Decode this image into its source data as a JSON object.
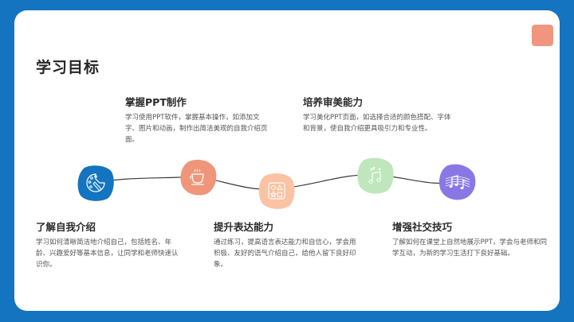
{
  "slide": {
    "title": "学习目标",
    "colors": {
      "frame": "#1474bf",
      "card": "#ffffff",
      "accent_box": "#f1967e",
      "node_1": "#1474bf",
      "node_2": "#ef9579",
      "node_3": "#fbc2a4",
      "node_4": "#bfe6bd",
      "node_5": "#8977e6"
    }
  },
  "objectives": [
    {
      "title": "了解自我介绍",
      "description": "学习如何清晰简洁地介绍自己，包括姓名、年龄、兴趣爱好等基本信息，让同学和老师快速认识你。",
      "icon": "palette-icon"
    },
    {
      "title": "掌握PPT制作",
      "description": "学习使用PPT软件，掌握基本操作，如添加文字、图片和动画，制作出简洁美观的自我介绍页面。",
      "icon": "coffee-cup-icon"
    },
    {
      "title": "提升表达能力",
      "description": "通过练习，提高语言表达能力和自信心，学会用积极、友好的语气介绍自己，给他人留下良好印象。",
      "icon": "shapes-board-icon"
    },
    {
      "title": "培养审美能力",
      "description": "学习美化PPT页面，如选择合适的颜色搭配、字体和背景，使自我介绍更具吸引力和专业性。",
      "icon": "music-note-icon"
    },
    {
      "title": "增强社交技巧",
      "description": "了解如何在课堂上自然地展示PPT，学会与老师和同学互动，为新的学习生活打下良好基础。",
      "icon": "music-staff-icon"
    }
  ]
}
